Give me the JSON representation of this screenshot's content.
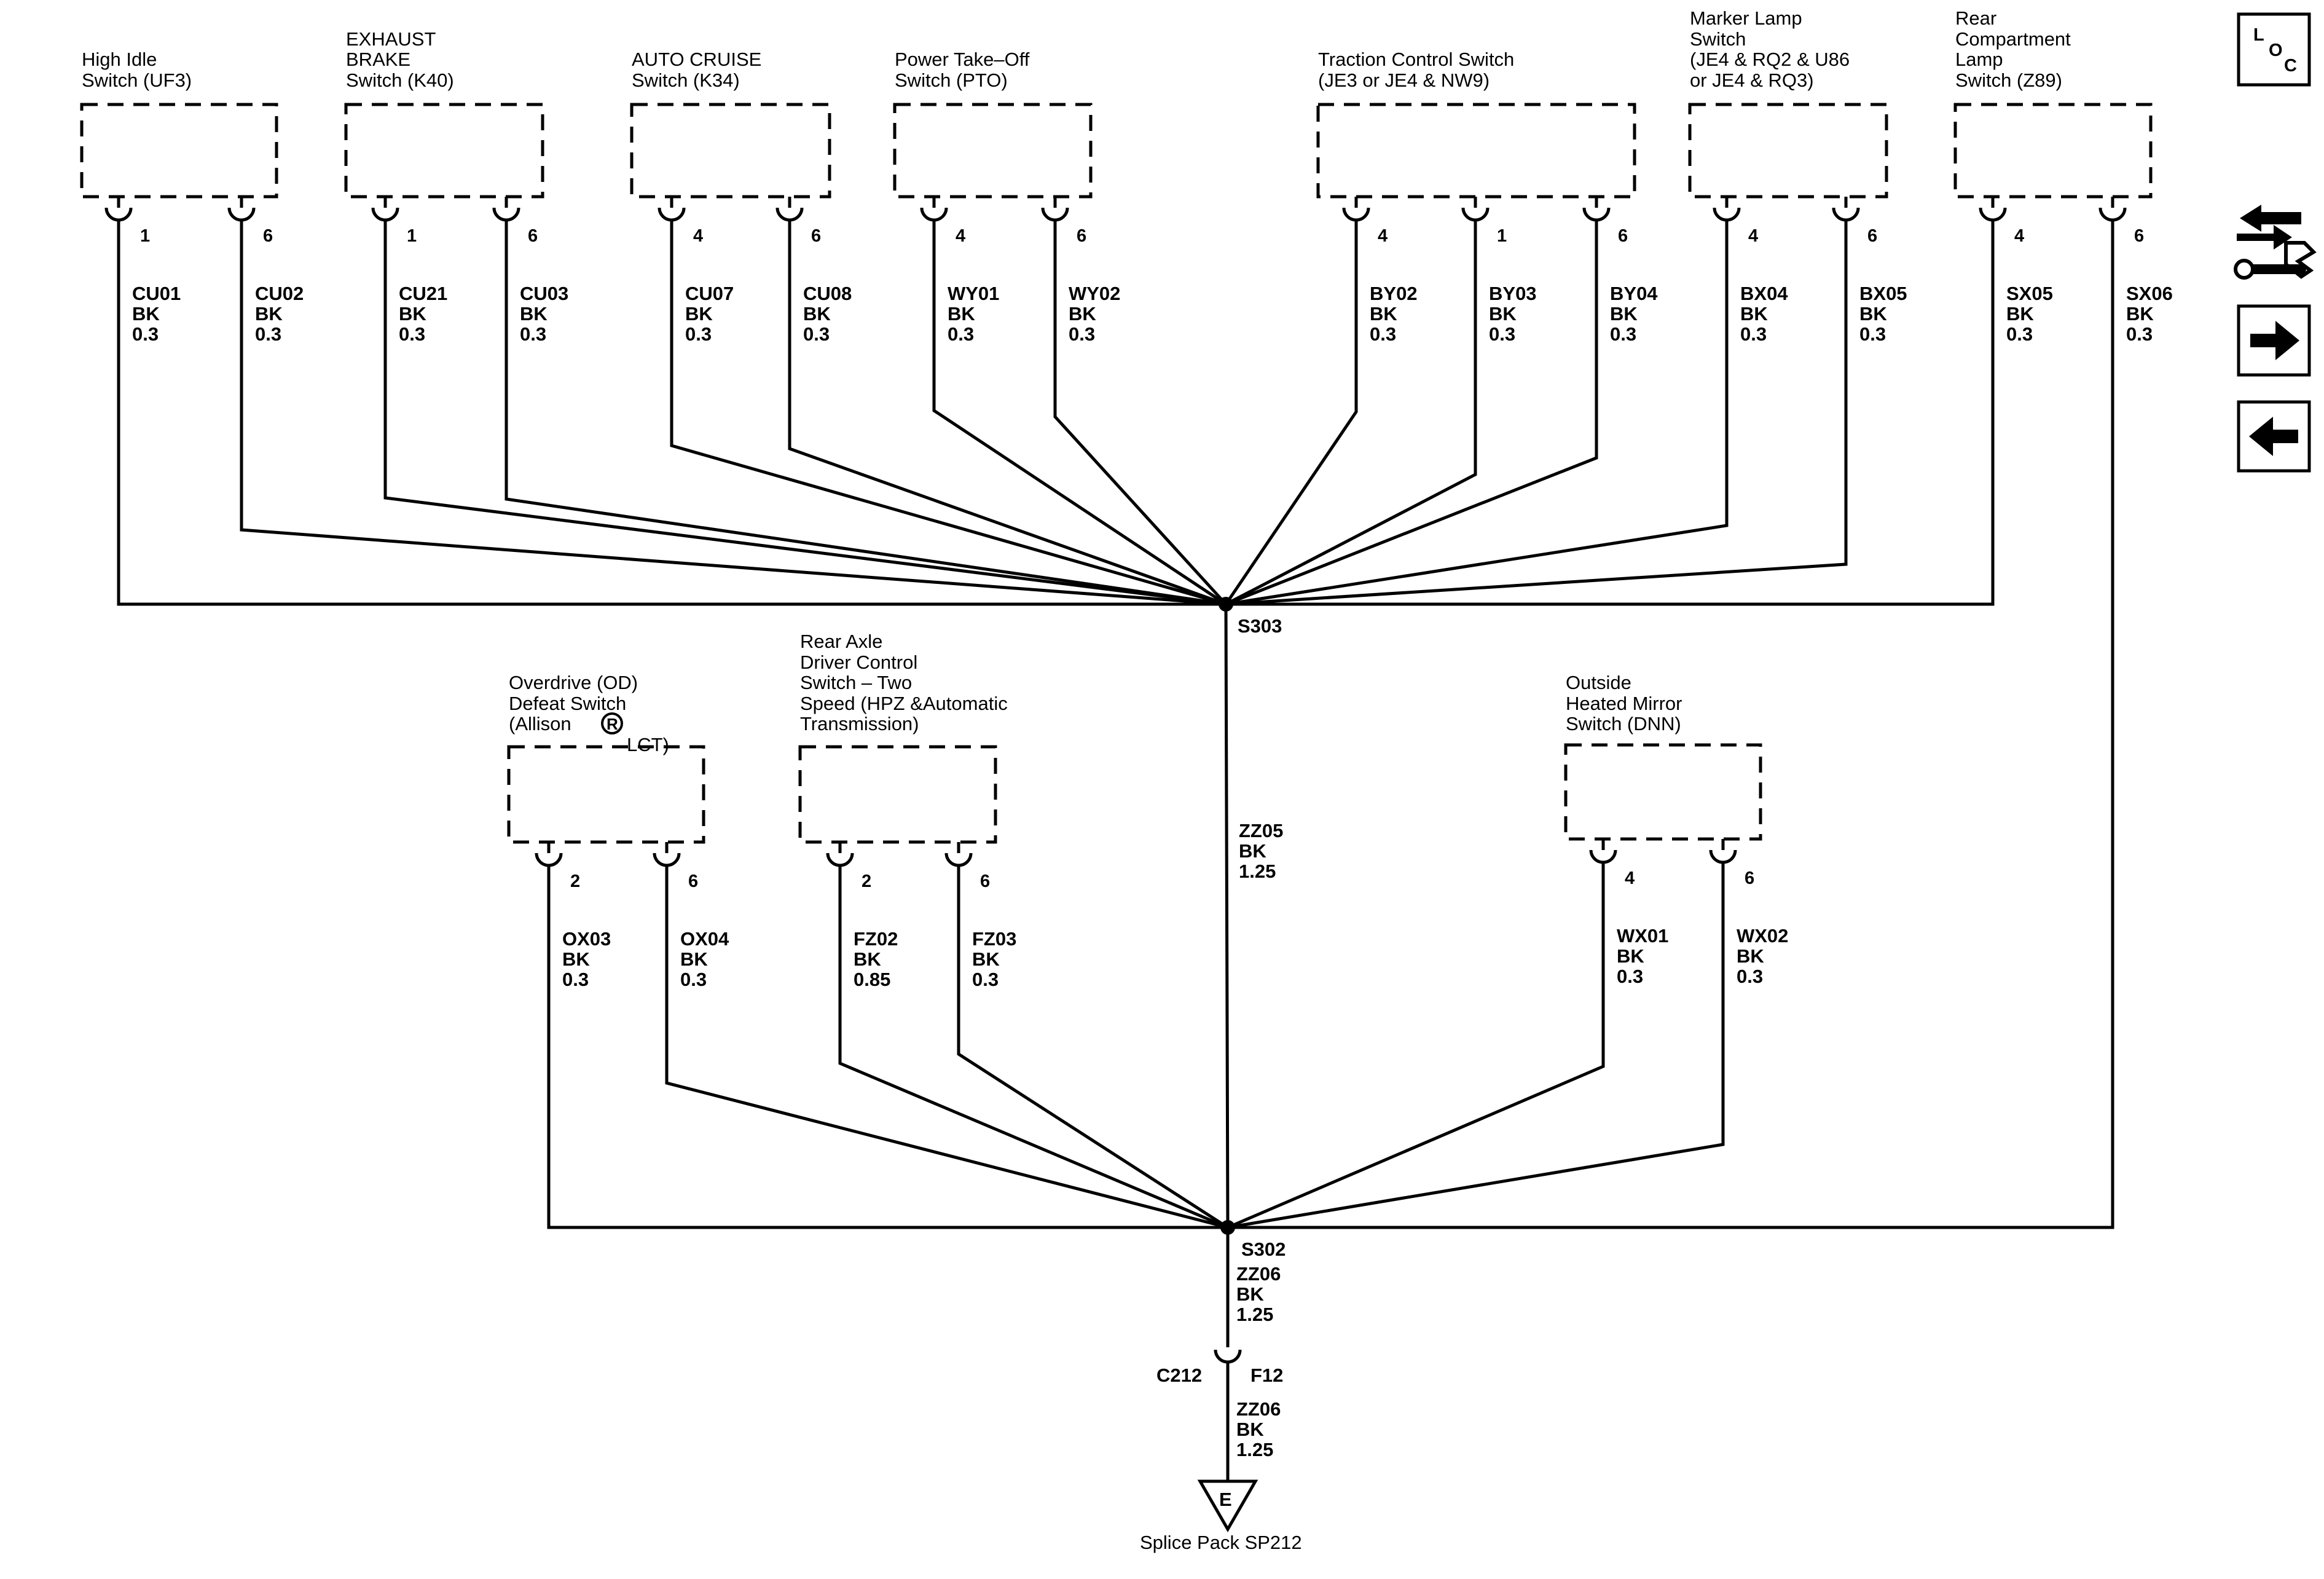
{
  "components": [
    {
      "id": "uf3",
      "label": [
        "High Idle",
        "Switch (UF3)"
      ],
      "pins": [
        {
          "pin": "1",
          "wire": [
            "CU01",
            "BK",
            "0.3"
          ]
        },
        {
          "pin": "6",
          "wire": [
            "CU02",
            "BK",
            "0.3"
          ]
        }
      ]
    },
    {
      "id": "k40",
      "label": [
        "EXHAUST",
        "BRAKE",
        "Switch (K40)"
      ],
      "pins": [
        {
          "pin": "1",
          "wire": [
            "CU21",
            "BK",
            "0.3"
          ]
        },
        {
          "pin": "6",
          "wire": [
            "CU03",
            "BK",
            "0.3"
          ]
        }
      ]
    },
    {
      "id": "k34",
      "label": [
        "AUTO CRUISE",
        "Switch (K34)"
      ],
      "pins": [
        {
          "pin": "4",
          "wire": [
            "CU07",
            "BK",
            "0.3"
          ]
        },
        {
          "pin": "6",
          "wire": [
            "CU08",
            "BK",
            "0.3"
          ]
        }
      ]
    },
    {
      "id": "pto",
      "label": [
        "Power Take–Off",
        "Switch (PTO)"
      ],
      "pins": [
        {
          "pin": "4",
          "wire": [
            "WY01",
            "BK",
            "0.3"
          ]
        },
        {
          "pin": "6",
          "wire": [
            "WY02",
            "BK",
            "0.3"
          ]
        }
      ]
    },
    {
      "id": "traction",
      "label": [
        "Traction Control Switch",
        "(JE3 or JE4 & NW9)"
      ],
      "pins": [
        {
          "pin": "4",
          "wire": [
            "BY02",
            "BK",
            "0.3"
          ]
        },
        {
          "pin": "1",
          "wire": [
            "BY03",
            "BK",
            "0.3"
          ]
        },
        {
          "pin": "6",
          "wire": [
            "BY04",
            "BK",
            "0.3"
          ]
        }
      ]
    },
    {
      "id": "marker",
      "label": [
        "Marker Lamp",
        "Switch",
        "(JE4 & RQ2 & U86",
        "or JE4 & RQ3)"
      ],
      "pins": [
        {
          "pin": "4",
          "wire": [
            "BX04",
            "BK",
            "0.3"
          ]
        },
        {
          "pin": "6",
          "wire": [
            "BX05",
            "BK",
            "0.3"
          ]
        }
      ]
    },
    {
      "id": "z89",
      "label": [
        "Rear",
        "Compartment",
        "Lamp",
        "Switch (Z89)"
      ],
      "pins": [
        {
          "pin": "4",
          "wire": [
            "SX05",
            "BK",
            "0.3"
          ]
        },
        {
          "pin": "6",
          "wire": [
            "SX06",
            "BK",
            "0.3"
          ]
        }
      ]
    },
    {
      "id": "od",
      "label": [
        "Overdrive (OD)",
        "Defeat Switch",
        "(Allison",
        "LCT)"
      ],
      "pins": [
        {
          "pin": "2",
          "wire": [
            "OX03",
            "BK",
            "0.3"
          ]
        },
        {
          "pin": "6",
          "wire": [
            "OX04",
            "BK",
            "0.3"
          ]
        }
      ]
    },
    {
      "id": "axle",
      "label": [
        "Rear Axle",
        "Driver Control",
        "Switch – Two",
        "Speed (HPZ &Automatic",
        "Transmission)"
      ],
      "pins": [
        {
          "pin": "2",
          "wire": [
            "FZ02",
            "BK",
            "0.85"
          ]
        },
        {
          "pin": "6",
          "wire": [
            "FZ03",
            "BK",
            "0.3"
          ]
        }
      ]
    },
    {
      "id": "mirror",
      "label": [
        "Outside",
        "Heated Mirror",
        "Switch (DNN)"
      ],
      "pins": [
        {
          "pin": "4",
          "wire": [
            "WX01",
            "BK",
            "0.3"
          ]
        },
        {
          "pin": "6",
          "wire": [
            "WX02",
            "BK",
            "0.3"
          ]
        }
      ]
    }
  ],
  "splices": {
    "s303": "S303",
    "s302": "S302"
  },
  "trunk_wire": [
    "ZZ05",
    "BK",
    "1.25"
  ],
  "s302_out_wire": [
    "ZZ06",
    "BK",
    "1.25"
  ],
  "connector": {
    "name": "C212",
    "pin": "F12"
  },
  "ground_wire": [
    "ZZ06",
    "BK",
    "1.25"
  ],
  "ground": {
    "symbol": "E",
    "label": "Splice Pack SP212"
  },
  "registered_mark": "R",
  "nav": {
    "loc_letters": [
      "L",
      "O",
      "C"
    ],
    "icons": [
      "connector-tools-icon",
      "arrow-right-icon",
      "arrow-left-icon"
    ]
  }
}
